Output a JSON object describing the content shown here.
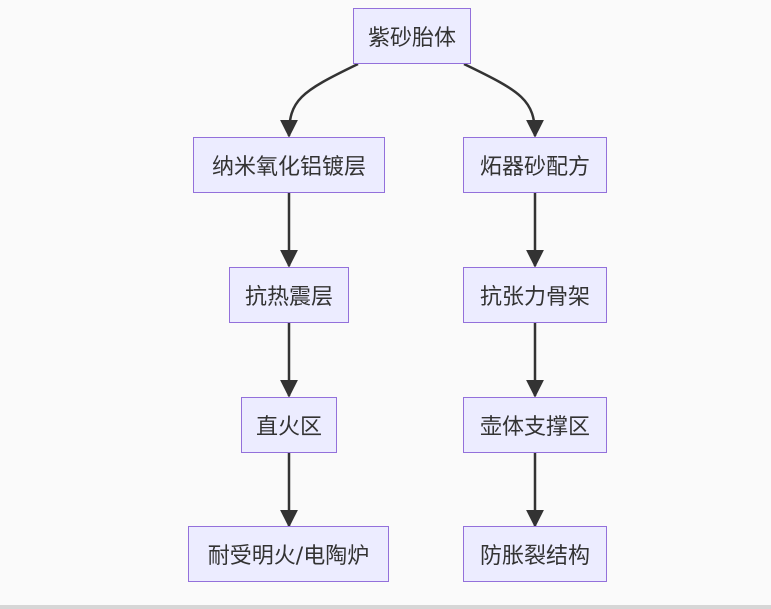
{
  "diagram": {
    "nodes": {
      "root": {
        "label": "紫砂胎体"
      },
      "left_1": {
        "label": "纳米氧化铝镀层"
      },
      "left_2": {
        "label": "抗热震层"
      },
      "left_3": {
        "label": "直火区"
      },
      "left_4": {
        "label": "耐受明火/电陶炉"
      },
      "right_1": {
        "label": "炻器砂配方"
      },
      "right_2": {
        "label": "抗张力骨架"
      },
      "right_3": {
        "label": "壶体支撑区"
      },
      "right_4": {
        "label": "防胀裂结构"
      }
    },
    "edges": [
      {
        "from": "root",
        "to": "left_1"
      },
      {
        "from": "root",
        "to": "right_1"
      },
      {
        "from": "left_1",
        "to": "left_2"
      },
      {
        "from": "left_2",
        "to": "left_3"
      },
      {
        "from": "left_3",
        "to": "left_4"
      },
      {
        "from": "right_1",
        "to": "right_2"
      },
      {
        "from": "right_2",
        "to": "right_3"
      },
      {
        "from": "right_3",
        "to": "right_4"
      }
    ],
    "colors": {
      "node_fill": "#ececff",
      "node_border": "#9370db",
      "edge": "#333333",
      "text": "#333333",
      "background": "#fafafa"
    }
  }
}
